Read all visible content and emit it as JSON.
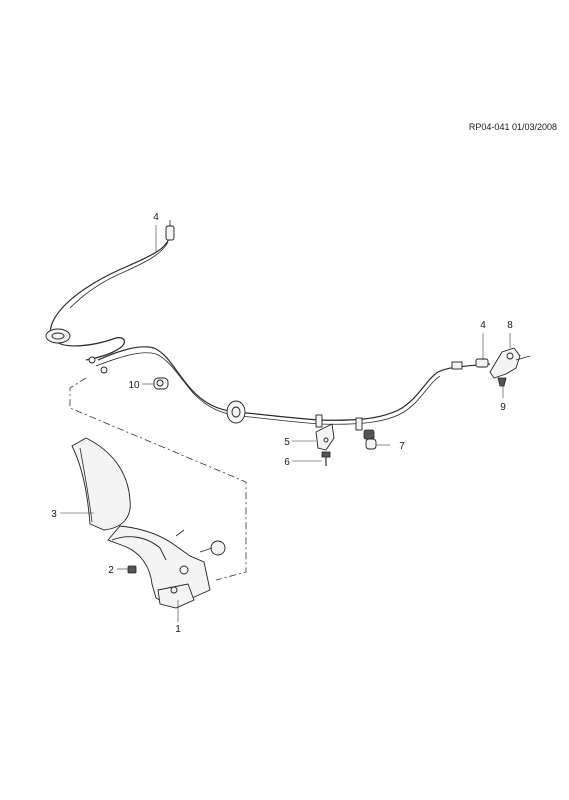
{
  "drawing_ref": "RP04-041 01/03/2008",
  "callouts": {
    "c1": "1",
    "c2": "2",
    "c3": "3",
    "c4_left": "4",
    "c4_right": "4",
    "c5": "5",
    "c6": "6",
    "c7": "7",
    "c8": "8",
    "c9": "9",
    "c10": "10"
  }
}
